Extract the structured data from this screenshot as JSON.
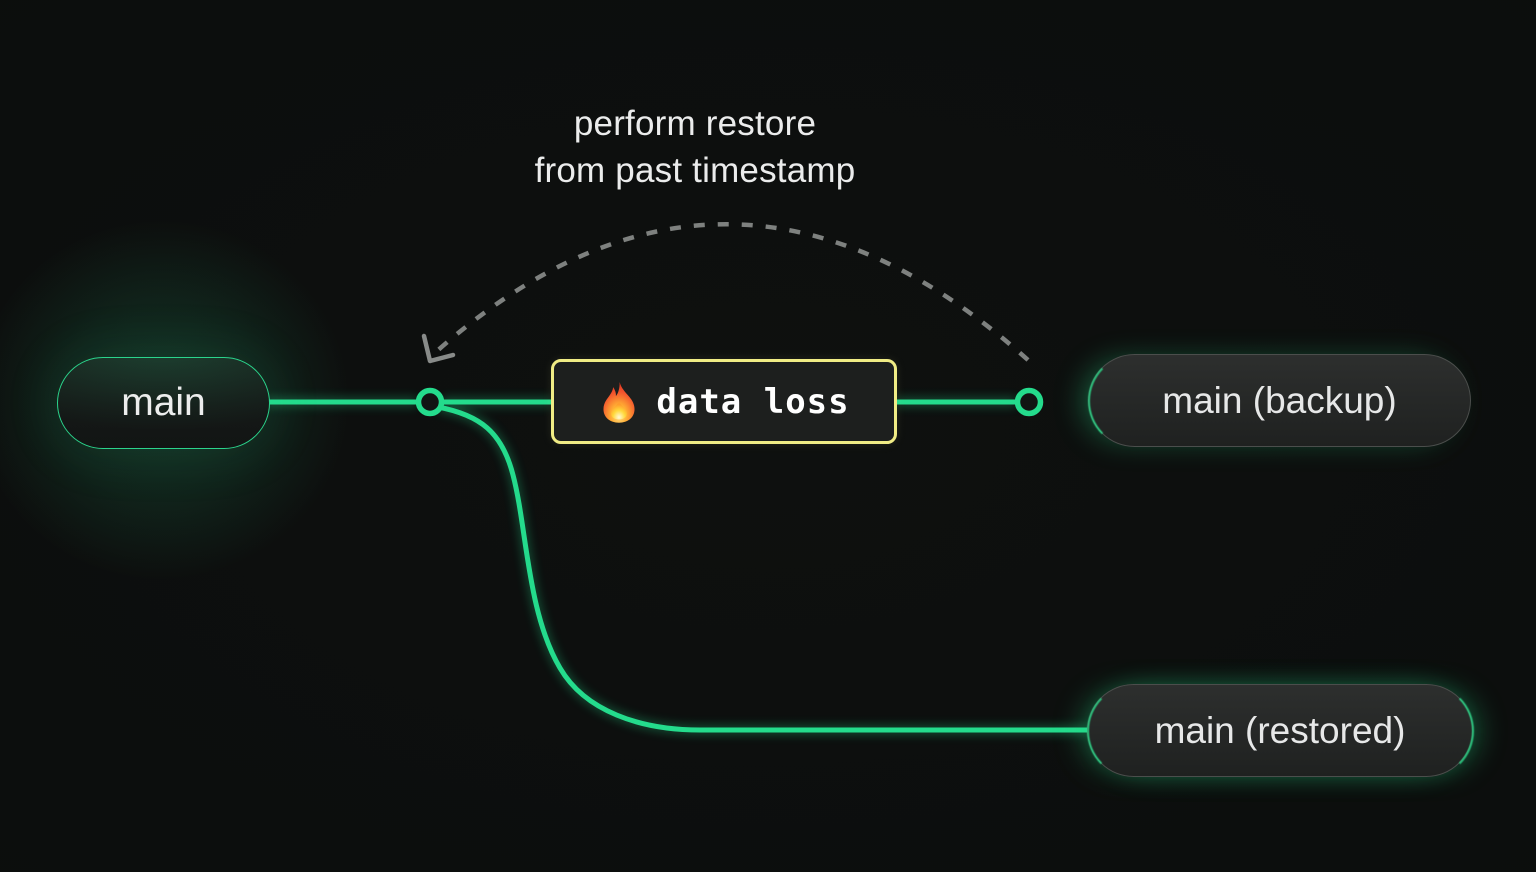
{
  "title": {
    "line1": "perform restore",
    "line2": "from past timestamp"
  },
  "nodes": {
    "main": {
      "label": "main"
    },
    "backup": {
      "label": "main (backup)"
    },
    "restored": {
      "label": "main (restored)"
    }
  },
  "event": {
    "label": "data loss",
    "icon": "fire-icon"
  },
  "colors": {
    "background": "#0C0E0D",
    "accent_green": "#24DB8C",
    "warning_yellow": "#F0EC85",
    "dash_gray": "#7E817F",
    "pill_border_gray": "#4B4E4C",
    "text_light": "#ECEDED"
  }
}
